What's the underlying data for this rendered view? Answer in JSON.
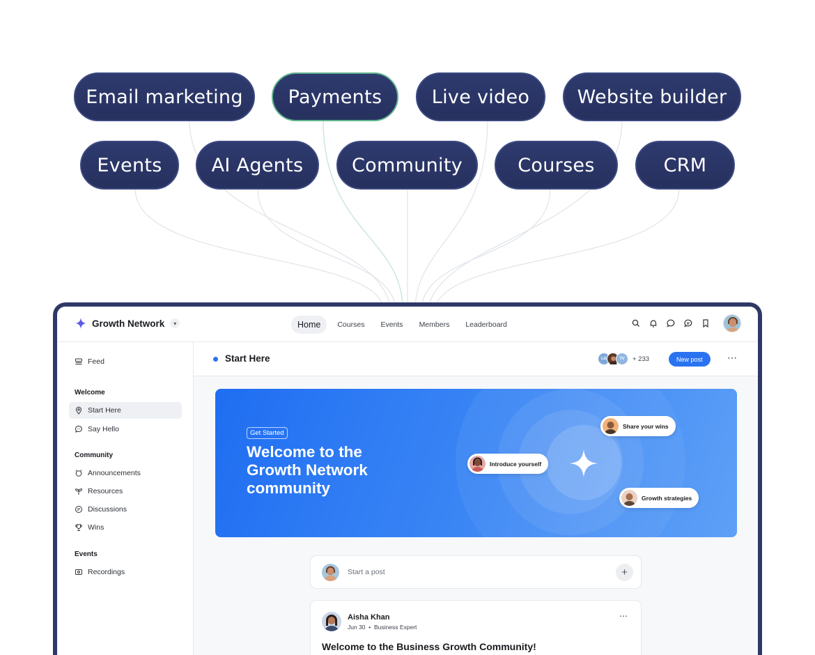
{
  "features": [
    {
      "label": "Email marketing"
    },
    {
      "label": "Payments"
    },
    {
      "label": "Live video"
    },
    {
      "label": "Website builder"
    },
    {
      "label": "Events"
    },
    {
      "label": "AI Agents"
    },
    {
      "label": "Community"
    },
    {
      "label": "Courses"
    },
    {
      "label": "CRM"
    }
  ],
  "app": {
    "brand": "Growth Network",
    "nav": [
      "Home",
      "Courses",
      "Events",
      "Members",
      "Leaderboard"
    ],
    "top_icons": [
      "search-icon",
      "bell-icon",
      "chat-icon",
      "messages-icon",
      "bookmark-icon"
    ]
  },
  "sidebar": {
    "feed": "Feed",
    "sections": [
      {
        "heading": "Welcome",
        "items": [
          "Start Here",
          "Say Hello"
        ]
      },
      {
        "heading": "Community",
        "items": [
          "Announcements",
          "Resources",
          "Discussions",
          "Wins"
        ]
      },
      {
        "heading": "Events",
        "items": [
          "Recordings"
        ]
      }
    ],
    "active_item": "Start Here"
  },
  "space": {
    "title": "Start Here",
    "member_initials": [
      "LG",
      "",
      "TV"
    ],
    "member_count": "+ 233",
    "new_post": "New post"
  },
  "banner": {
    "tag": "Get Started",
    "title": "Welcome to the Growth Network community",
    "chips": [
      "Share your wins",
      "Introduce yourself",
      "Growth strategies"
    ]
  },
  "composer": {
    "placeholder": "Start a post"
  },
  "post": {
    "author": "Aisha Khan",
    "date": "Jun 30",
    "role": "Business Expert",
    "title": "Welcome to the Business Growth Community!"
  },
  "colors": {
    "pill": "#2b3567",
    "accent": "#2a73f0",
    "selected_border": "#5fb38d"
  }
}
